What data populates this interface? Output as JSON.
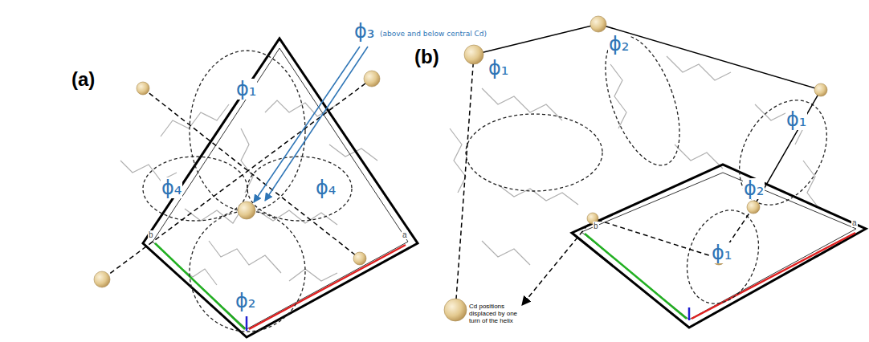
{
  "diagram": {
    "labels": [
      "(a)",
      "ϕ₃",
      "(above and below central Cd)",
      "ϕ₁",
      "ϕ₄",
      "ϕ₄",
      "ϕ₂",
      "b",
      "a",
      "(b)",
      "ϕ₁",
      "ϕ₂",
      "ϕ₁",
      "ϕ₂",
      "ϕ₁",
      "Cd positions displaced by one turn of the helix",
      "b",
      "a"
    ]
  }
}
